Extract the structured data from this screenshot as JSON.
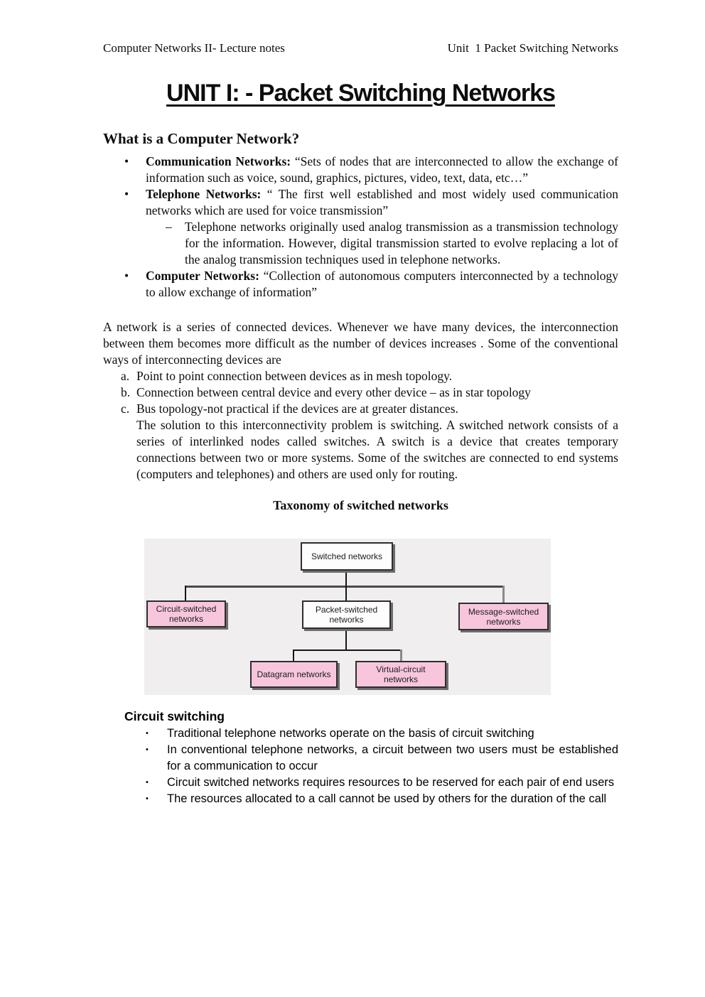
{
  "header": {
    "left": "Computer Networks II- Lecture notes",
    "right": "Unit  1 Packet Switching Networks"
  },
  "title": "UNIT I: - Packet Switching Networks",
  "glyphs": {
    "bullet": "•",
    "dash": "–",
    "small_bullet": "•"
  },
  "section1": {
    "heading": "What is a Computer Network?",
    "bullets": [
      {
        "label": "Communication Networks:",
        "text": "“Sets of nodes that are interconnected to allow the exchange of information such as voice, sound, graphics, pictures, video, text, data, etc…”"
      },
      {
        "label": "Telephone Networks:",
        "text": "“ The first well established and most widely used communication networks which are used for voice transmission”",
        "sub": "Telephone networks originally used analog transmission as a transmission technology for the information. However, digital transmission started to evolve replacing a lot of the analog transmission techniques used in telephone networks."
      },
      {
        "label": "Computer Networks:",
        "text": "“Collection of autonomous computers interconnected by a technology to allow exchange of information”"
      }
    ]
  },
  "paragraph": "A network is a series of connected devices. Whenever we have many devices, the interconnection between them becomes more  difficult as the number of devices increases . Some of the conventional ways of interconnecting devices are",
  "ordered": [
    {
      "marker": "a.",
      "text": "Point to point connection between devices as in  mesh topology."
    },
    {
      "marker": "b.",
      "text": "Connection between central device and every other device – as in star topology"
    },
    {
      "marker": "c.",
      "text": "Bus topology-not practical if the devices are at greater distances."
    }
  ],
  "continuation": "The solution to this interconnectivity problem is switching.  A switched network consists of a series of interlinked nodes called switches. A switch is a device that creates temporary connections between two or more systems. Some of the switches are connected to end systems (computers and telephones) and others are used only for routing.",
  "diagram": {
    "caption": "Taxonomy of switched networks",
    "background_color": "#f0eeee",
    "pink_fill": "#f7c6dd",
    "white_fill": "#fdfdfd",
    "nodes": {
      "root": "Switched networks",
      "circuit": "Circuit-switched networks",
      "packet": "Packet-switched networks",
      "message": "Message-switched networks",
      "datagram": "Datagram networks",
      "virtual": "Virtual-circuit networks"
    }
  },
  "section2": {
    "heading": "Circuit switching",
    "bullets": [
      {
        "text": "Traditional telephone networks operate on the basis of circuit switching"
      },
      {
        "text": "In conventional telephone networks, a circuit between two users must be established for a communication to occur"
      },
      {
        "text": "Circuit switched networks requires resources to be reserved for each pair of end users"
      },
      {
        "text": "The resources allocated to a call cannot be used by others for the duration of the call"
      }
    ]
  }
}
